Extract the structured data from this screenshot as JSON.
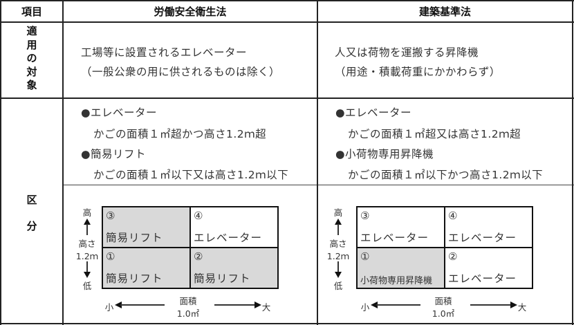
{
  "header": {
    "col_item": "項目",
    "col_ish": "労働安全衛生法",
    "col_bsl": "建築基準法"
  },
  "rows": {
    "scope": {
      "label_chars": [
        "適",
        "用",
        "の",
        "対",
        "象"
      ],
      "ish": [
        "工場等に設置されるエレベーター",
        "（一般公衆の用に供されるものは除く）"
      ],
      "bsl": [
        "人又は荷物を運搬する昇降機",
        "（用途・積載荷重にかかわらず）"
      ]
    },
    "classification": {
      "label_chars": [
        "区",
        "分"
      ],
      "ish": [
        "●エレベーター",
        "かごの面積１㎡超かつ高さ1.2ｍ超",
        "●簡易リフト",
        "かごの面積１㎡以下又は高さ1.2ｍ以下"
      ],
      "bsl": [
        "●エレベーター",
        "かごの面積１㎡超又は高さ1.2ｍ超",
        "●小荷物専用昇降機",
        "かごの面積１㎡以下かつ高さ1.2ｍ以下"
      ]
    }
  },
  "diagrams": {
    "ish": {
      "cells": {
        "c3": {
          "num": "③",
          "label": "簡易リフト",
          "shade": "gray"
        },
        "c4": {
          "num": "④",
          "label": "エレベーター",
          "shade": "white"
        },
        "c1": {
          "num": "①",
          "label": "簡易リフト",
          "shade": "gray"
        },
        "c2": {
          "num": "②",
          "label": "簡易リフト",
          "shade": "gray"
        }
      }
    },
    "bsl": {
      "cells": {
        "c3": {
          "num": "③",
          "label": "エレベーター",
          "shade": "white"
        },
        "c4": {
          "num": "④",
          "label": "エレベーター",
          "shade": "white"
        },
        "c1": {
          "num": "①",
          "label": "小荷物専用昇降機",
          "shade": "gray"
        },
        "c2": {
          "num": "②",
          "label": "エレベーター",
          "shade": "white"
        }
      }
    },
    "axis": {
      "y_high": "高",
      "y_label": "高さ",
      "y_threshold": "1.2ｍ",
      "y_low": "低",
      "x_small": "小",
      "x_label": "面積",
      "x_threshold": "1.0㎡",
      "x_large": "大"
    }
  },
  "colors": {
    "border": "#222222",
    "shade": "#d9d9d9",
    "text": "#333333"
  }
}
